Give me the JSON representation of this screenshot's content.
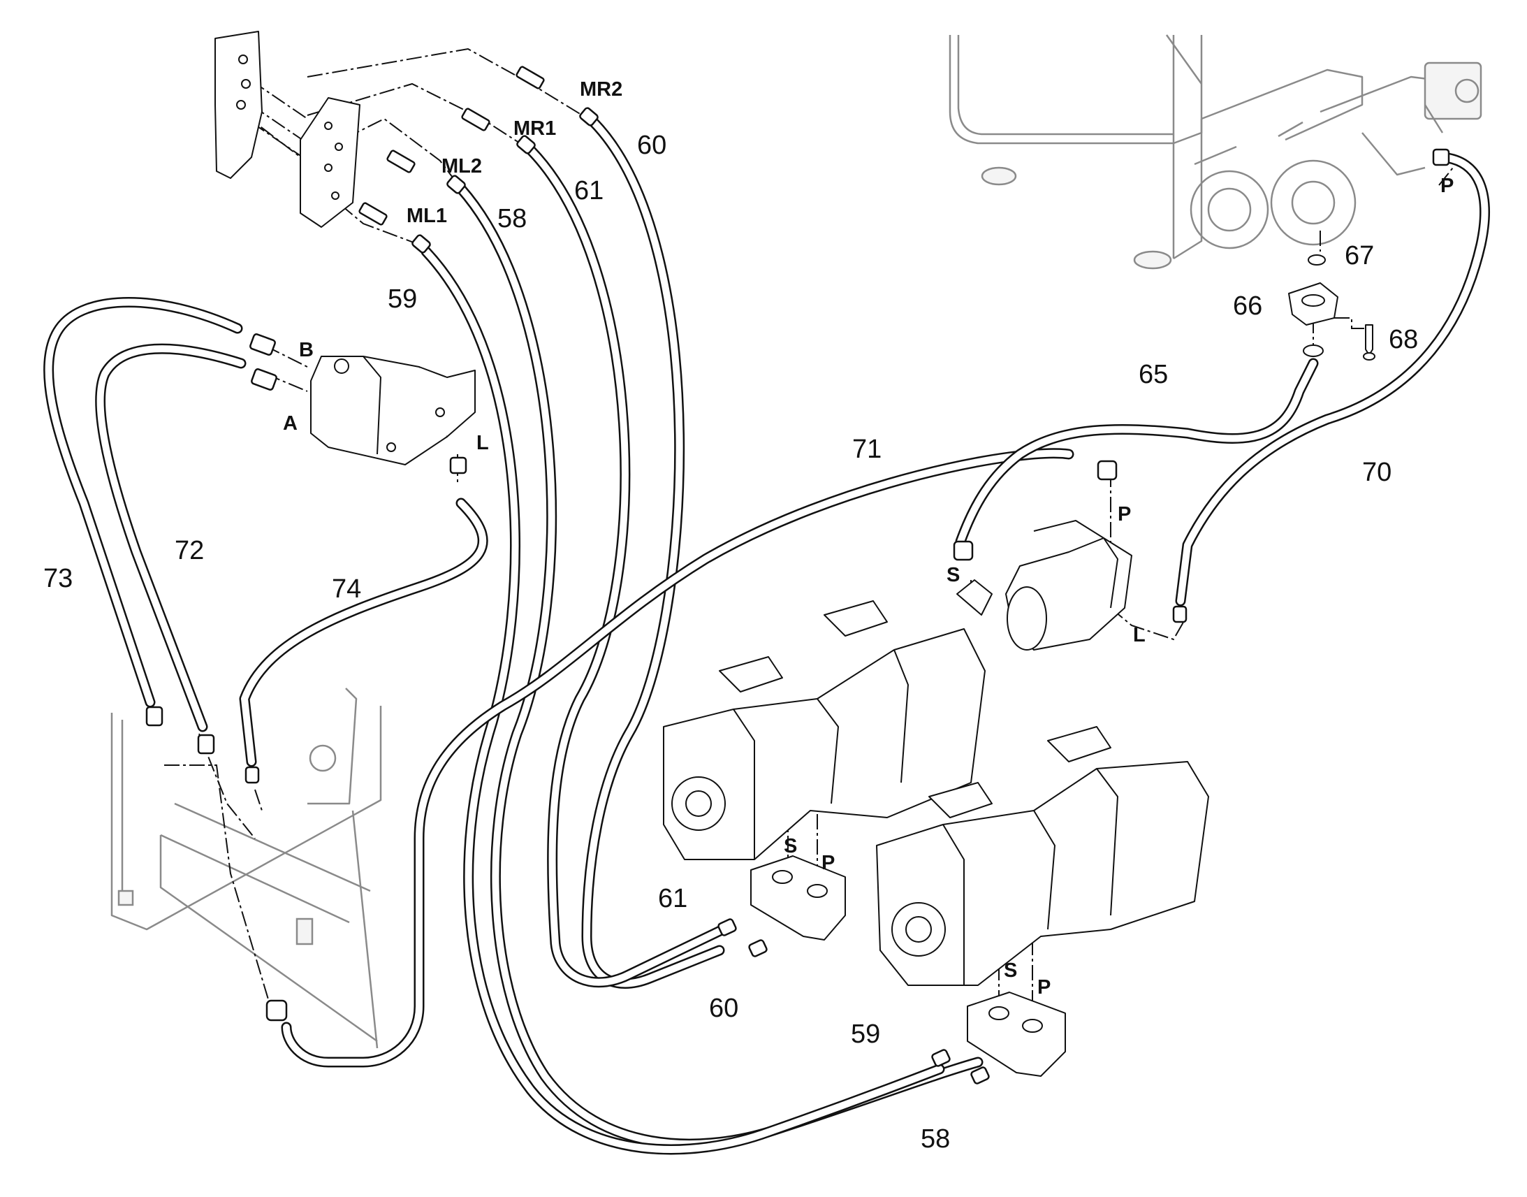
{
  "part_numbers": {
    "n60_top": "60",
    "n61_top": "61",
    "n58_top": "58",
    "n59_top": "59",
    "n73": "73",
    "n72": "72",
    "n74": "74",
    "n71": "71",
    "n65": "65",
    "n70": "70",
    "n66": "66",
    "n67": "67",
    "n68": "68",
    "n61_bottom": "61",
    "n60_bottom": "60",
    "n59_bottom": "59",
    "n58_bottom": "58"
  },
  "port_labels": {
    "mr2": "MR2",
    "mr1": "MR1",
    "ml2": "ML2",
    "ml1": "ML1",
    "b": "B",
    "a": "A",
    "l_motor": "L",
    "p_top_right": "P",
    "p_charge_pump": "P",
    "s_charge_pump": "S",
    "l_charge_pump": "L",
    "s_pump1": "S",
    "p_pump1": "P",
    "s_pump2": "S",
    "p_pump2": "P"
  }
}
